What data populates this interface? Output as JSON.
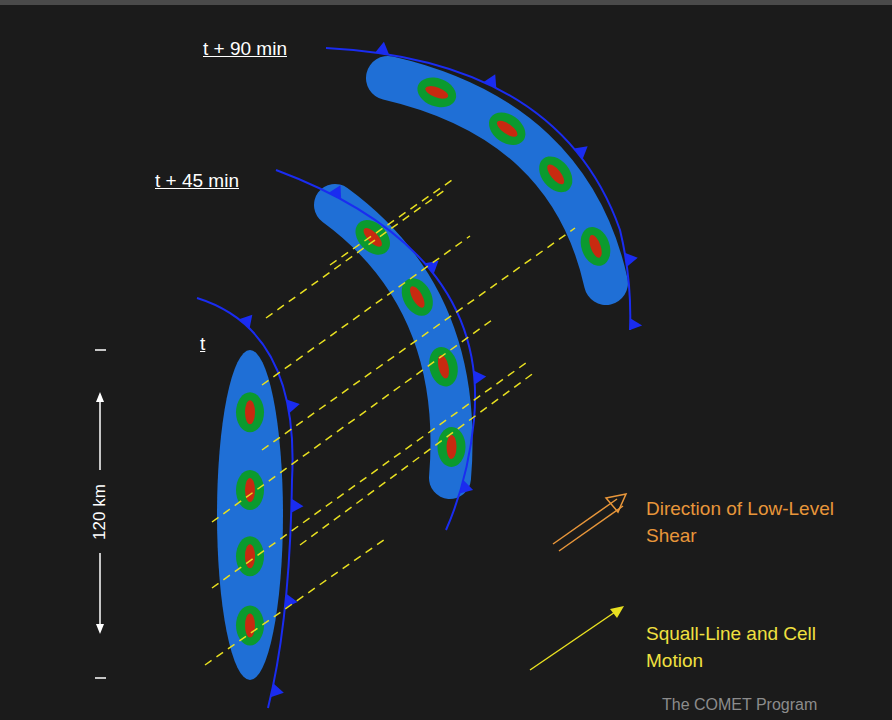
{
  "diagram": {
    "labels": [
      "t + 90 min",
      "t + 45 min",
      "t",
      "120 km",
      "The COMET Program"
    ],
    "legend": [
      {
        "text": "Direction of Low-Level Shear"
      },
      {
        "text": "Squall-Line and Cell Motion"
      }
    ]
  }
}
